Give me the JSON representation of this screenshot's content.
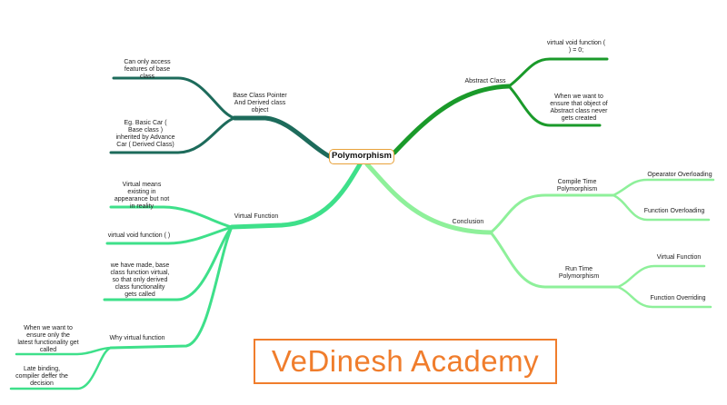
{
  "center": "Polymorphism",
  "left_branches": {
    "base_class_pointer": {
      "label": "Base Class Pointer\nAnd Derived class\nobject",
      "leaves": [
        "Can only access\nfeatures of base\nclass",
        "Eg. Basic Car (\nBase class )\ninherited by Advance\nCar ( Derived Class)"
      ]
    },
    "virtual_function": {
      "label": "Virtual Function",
      "leaves": [
        "Virtual means\nexisting in\nappearance but not\nin reality",
        "virtual void function ( )",
        "we have made, base\nclass function virtual,\nso that only derived\nclass functionality\ngets called"
      ],
      "why": {
        "label": "Why virtual function",
        "leaves": [
          "When we want to\nensure only the\nlatest functionality get\ncalled",
          "Late binding,\ncompiler deffer the\ndecision"
        ]
      }
    }
  },
  "right_branches": {
    "abstract_class": {
      "label": "Abstract Class",
      "leaves": [
        "virtual void function (\n) = 0;",
        "When we want to\nensure that object of\nAbstract class never\ngets created"
      ]
    },
    "conclusion": {
      "label": "Conclusion",
      "compile_time": {
        "label": "Compile Time\nPolymorphism",
        "leaves": [
          "Opearator Overloading",
          "Function Overloading"
        ]
      },
      "run_time": {
        "label": "Run Time\nPolymorphism",
        "leaves": [
          "Virtual Function",
          "Function Overriding"
        ]
      }
    }
  },
  "watermark": "VeDinesh Academy",
  "colors": {
    "dark_teal": "#1d6b5b",
    "green": "#1a9a2a",
    "mint": "#3ee08a",
    "light_green": "#8ef09a",
    "center_border": "#e8a23a",
    "watermark": "#f07d2c"
  }
}
